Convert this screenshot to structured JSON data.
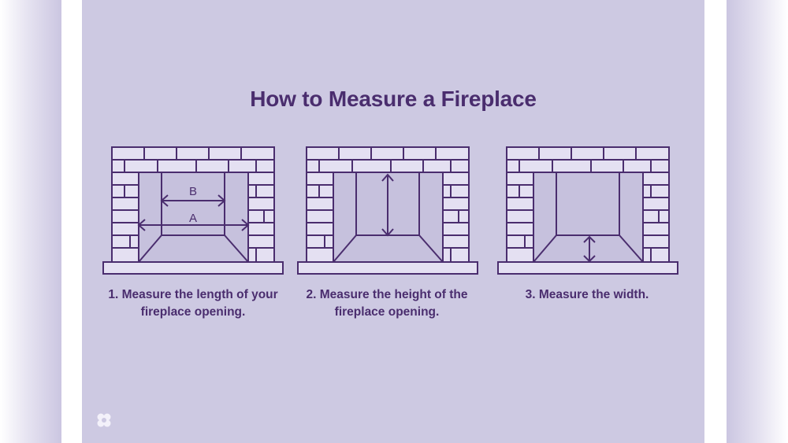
{
  "title": "How to Measure a Fireplace",
  "colors": {
    "background": "#cdc9e2",
    "ink": "#4a2d6e",
    "brick_fill": "#e4e0f2",
    "opening_fill": "#c6c1dd",
    "logo": "#f3f1fa"
  },
  "steps": [
    {
      "caption_line1": "1. Measure the length of your",
      "caption_line2": "fireplace opening.",
      "arrows": [
        {
          "label": "B",
          "orientation": "horizontal",
          "meaning": "back wall width"
        },
        {
          "label": "A",
          "orientation": "horizontal",
          "meaning": "front opening width"
        }
      ]
    },
    {
      "caption_line1": "2. Measure the height of the",
      "caption_line2": "fireplace opening.",
      "arrows": [
        {
          "label": "",
          "orientation": "vertical",
          "meaning": "opening height"
        }
      ]
    },
    {
      "caption_line1": "3. Measure the width.",
      "caption_line2": "",
      "arrows": [
        {
          "label": "",
          "orientation": "vertical",
          "meaning": "depth from back wall to front"
        }
      ]
    }
  ],
  "logo": {
    "icon": "four-petal-logo-icon"
  }
}
